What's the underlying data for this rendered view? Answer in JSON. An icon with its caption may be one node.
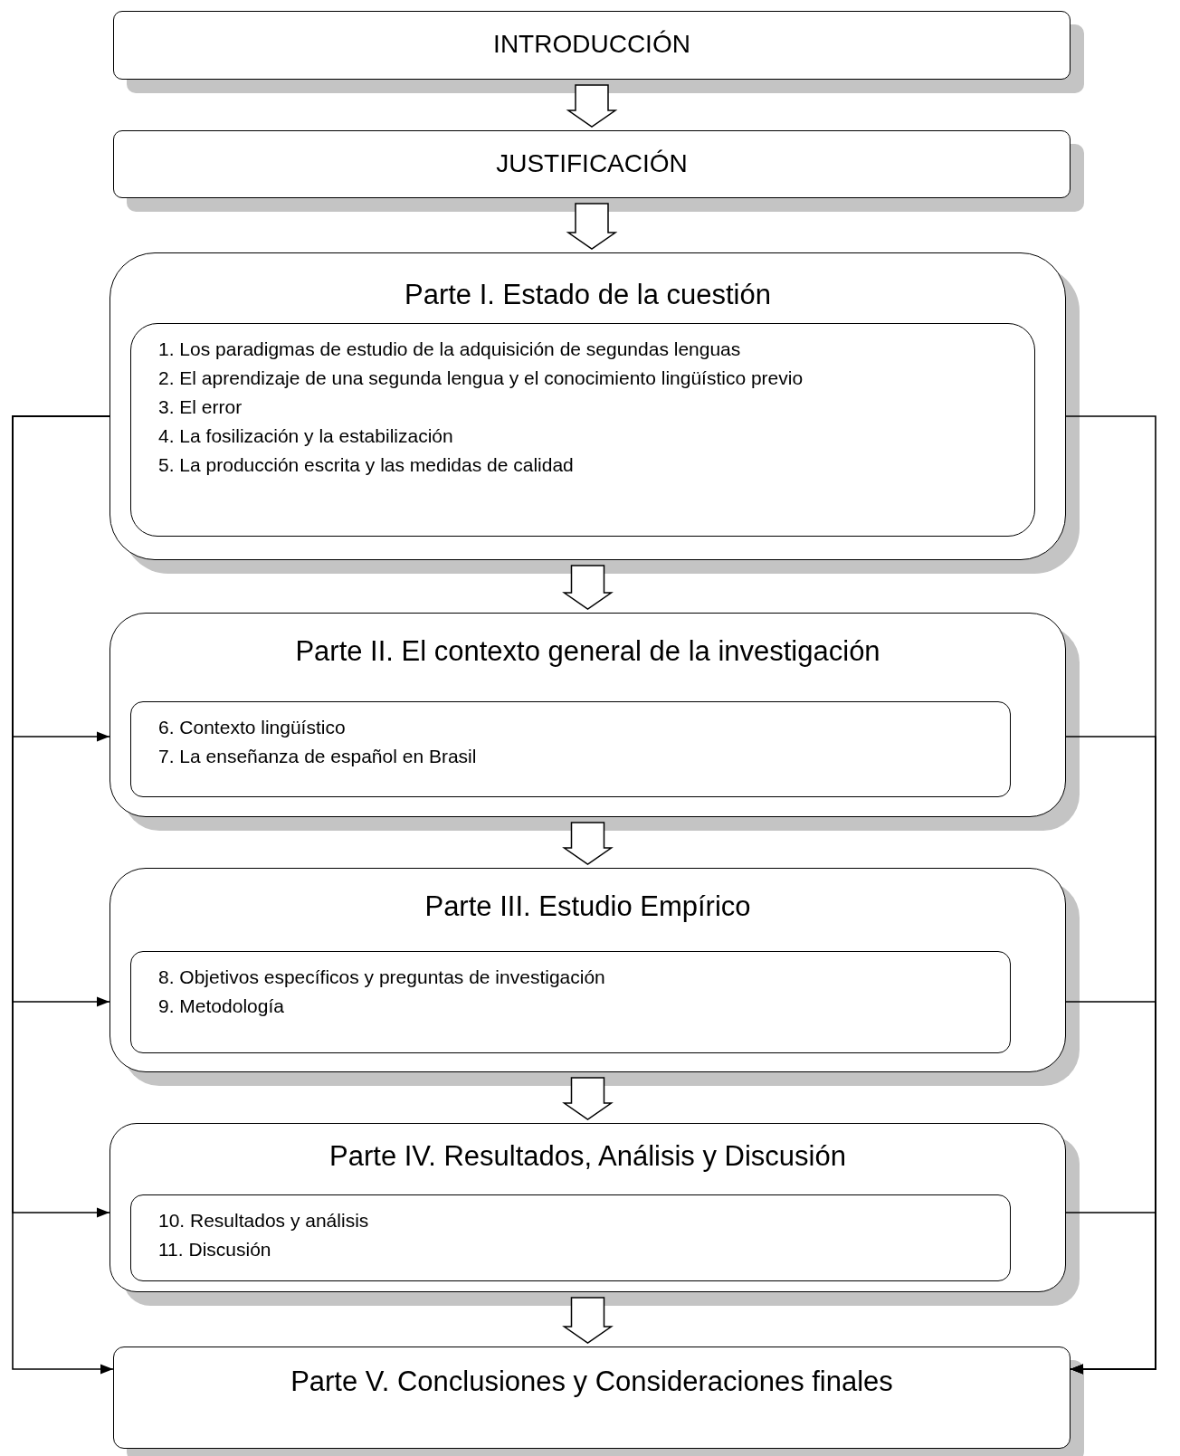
{
  "diagram": {
    "nodes": [
      {
        "text": [
          "INTRODUCCIÓN"
        ]
      },
      {
        "text": [
          "JUSTIFICACIÓN"
        ]
      },
      {
        "text": [
          "Parte I. Estado de la cuestión"
        ]
      },
      {
        "text": [
          "1. Los paradigmas de estudio de la adquisición de segundas lenguas",
          "2. El aprendizaje de una segunda lengua y el conocimiento lingüístico previo",
          "3. El error",
          "4. La fosilización y la estabilización",
          "5. La producción escrita y las medidas de calidad"
        ],
        "in": 2
      },
      {
        "text": [
          "Parte II. El contexto general de la investigación"
        ]
      },
      {
        "text": [
          "6. Contexto lingüístico",
          "7. La enseñanza de español en Brasil"
        ],
        "in": 4
      },
      {
        "text": [
          "Parte III. Estudio Empírico"
        ]
      },
      {
        "text": [
          "8. Objetivos específicos y preguntas de investigación",
          "9. Metodología"
        ],
        "in": 6
      },
      {
        "text": [
          "Parte IV. Resultados, Análisis y Discusión"
        ]
      },
      {
        "text": [
          "10. Resultados y análisis",
          "11. Discusión"
        ],
        "in": 8
      },
      {
        "text": [
          "Parte V.  Conclusiones y Consideraciones finales"
        ]
      }
    ],
    "edges": [
      {
        "from": 0,
        "to": 1,
        "arrow": "to",
        "style": "thick"
      },
      {
        "from": 1,
        "to": 2,
        "arrow": "to",
        "style": "thick"
      },
      {
        "from": 2,
        "to": 4,
        "arrow": "to",
        "style": "thick"
      },
      {
        "from": 4,
        "to": 6,
        "arrow": "to",
        "style": "thick"
      },
      {
        "from": 6,
        "to": 8,
        "arrow": "to",
        "style": "thick"
      },
      {
        "from": 8,
        "to": 10,
        "arrow": "to",
        "style": "thick"
      },
      {
        "from": 2,
        "to": 4,
        "arrow": "to"
      },
      {
        "from": 2,
        "to": 6,
        "arrow": "to"
      },
      {
        "from": 2,
        "to": 8,
        "arrow": "to"
      },
      {
        "from": 2,
        "to": 10,
        "arrow": "to"
      },
      {
        "from": 2,
        "to": 10,
        "arrow": "to"
      },
      {
        "from": 4,
        "to": 10,
        "arrow": "to"
      },
      {
        "from": 6,
        "to": 10,
        "arrow": "to"
      },
      {
        "from": 8,
        "to": 10,
        "arrow": "to"
      }
    ]
  }
}
